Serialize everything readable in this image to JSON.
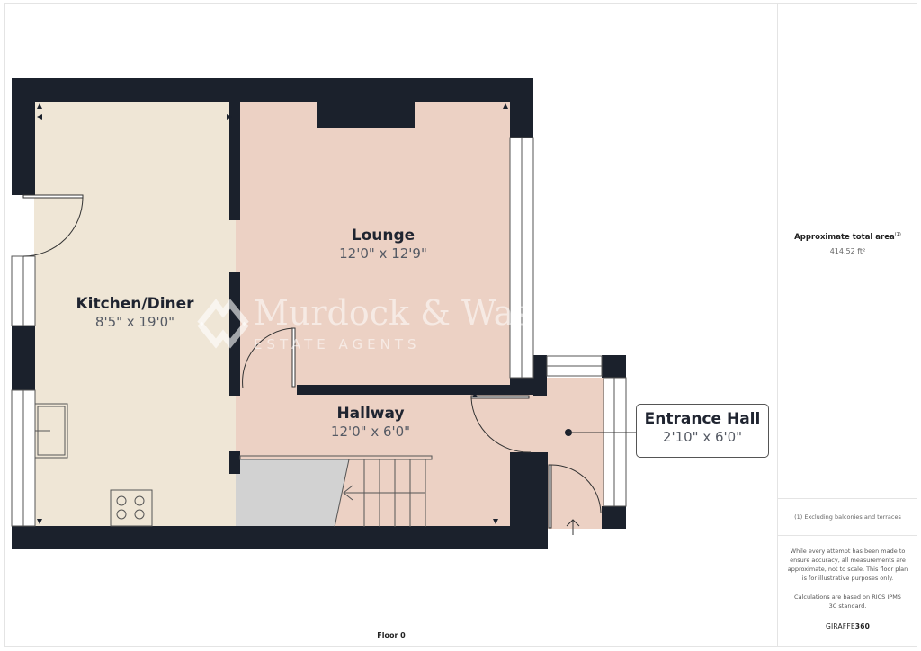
{
  "plan": {
    "floor_label": "Floor 0",
    "colors": {
      "wall": "#1b212c",
      "kitchen_fill": "#efe6d6",
      "pink_fill": "#ecd1c4",
      "stairs_fill": "#d2d2d2",
      "window": "#ffffff"
    },
    "rooms": [
      {
        "name": "Kitchen/Diner",
        "dimensions": "8'5\" x 19'0\""
      },
      {
        "name": "Lounge",
        "dimensions": "12'0\" x 12'9\""
      },
      {
        "name": "Hallway",
        "dimensions": "12'0\" x 6'0\""
      },
      {
        "name": "Entrance Hall",
        "dimensions": "2'10\" x 6'0\""
      }
    ],
    "watermark": {
      "name": "Murdock & Was",
      "subtitle": "ESTATE AGENTS"
    }
  },
  "sidebar": {
    "area_title": "Approximate total area",
    "area_footnote_marker": "(1)",
    "area_value": "414.52 ft²",
    "note": "(1) Excluding balconies and terraces",
    "disclaimer": "While every attempt has been made to ensure accuracy, all measurements are approximate, not to scale. This floor plan is for illustrative purposes only.",
    "calculation_note": "Calculations are based on RICS IPMS 3C standard.",
    "brand_prefix": "GIRAFFE",
    "brand_suffix": "360"
  }
}
